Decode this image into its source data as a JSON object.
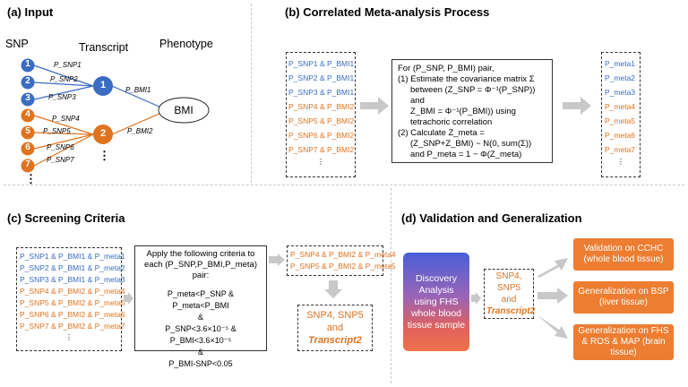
{
  "panel_a": {
    "title": "(a) Input",
    "col_snp": "SNP",
    "col_transcript": "Transcript",
    "col_phenotype": "Phenotype",
    "snp_nodes": [
      "1",
      "2",
      "3",
      "4",
      "5",
      "6",
      "7"
    ],
    "transcript_nodes": [
      "1",
      "2"
    ],
    "phenotype": "BMI",
    "edge_labels": [
      "P_SNP1",
      "P_SNP2",
      "P_SNP3",
      "P_SNP4",
      "P_SNP5",
      "P_SNP6",
      "P_SNP7"
    ],
    "bmi_edge_labels": [
      "P_BMI1",
      "P_BMI2"
    ],
    "ellipsis": "⋮",
    "colors": {
      "blue": "#3a6cc2",
      "orange": "#e0731f"
    }
  },
  "panel_b": {
    "title": "(b) Correlated Meta-analysis Process",
    "pairs": [
      {
        "text": "P_SNP1 & P_BMI1",
        "color": "blue"
      },
      {
        "text": "P_SNP2 & P_BMI1",
        "color": "blue"
      },
      {
        "text": "P_SNP3 & P_BMI1",
        "color": "blue"
      },
      {
        "text": "P_SNP4 & P_BMI2",
        "color": "orange"
      },
      {
        "text": "P_SNP5 & P_BMI2",
        "color": "orange"
      },
      {
        "text": "P_SNP6 & P_BMI2",
        "color": "orange"
      },
      {
        "text": "P_SNP7 & P_BMI2",
        "color": "orange"
      }
    ],
    "process": {
      "line0": "For (P_SNP, P_BMI) pair,",
      "step1": "(1)  Estimate the covariance matrix Σ",
      "step1b": "between (Z_SNP = Φ⁻¹(P_SNP)) and",
      "step1c": "Z_BMI = Φ⁻¹(P_BMI)) using",
      "step1d": "tetrachoric correlation",
      "step2": "(2)  Calculate Z_meta =",
      "step2b": "(Z_SNP+Z_BMI) ~ N(0, sum(Σ))",
      "step2c": "and P_meta = 1 − Φ(Z_meta)"
    },
    "meta": [
      {
        "text": "P_meta1",
        "color": "blue"
      },
      {
        "text": "P_meta2",
        "color": "blue"
      },
      {
        "text": "P_meta3",
        "color": "blue"
      },
      {
        "text": "P_meta4",
        "color": "orange"
      },
      {
        "text": "P_meta5",
        "color": "orange"
      },
      {
        "text": "P_meta6",
        "color": "orange"
      },
      {
        "text": "P_meta7",
        "color": "orange"
      }
    ]
  },
  "panel_c": {
    "title": "(c) Screening Criteria",
    "triples": [
      {
        "text": "P_SNP1 & P_BMI1 & P_meta1",
        "color": "blue"
      },
      {
        "text": "P_SNP2 & P_BMI1 & P_meta2",
        "color": "blue"
      },
      {
        "text": "P_SNP3 & P_BMI1 & P_meta3",
        "color": "blue"
      },
      {
        "text": "P_SNP4 & P_BMI2 & P_meta4",
        "color": "orange"
      },
      {
        "text": "P_SNP5 & P_BMI2 & P_meta5",
        "color": "orange"
      },
      {
        "text": "P_SNP6 & P_BMI2 & P_meta6",
        "color": "orange"
      },
      {
        "text": "P_SNP7 & P_BMI2 & P_meta7",
        "color": "orange"
      }
    ],
    "criteria_intro1": "Apply the following criteria to",
    "criteria_intro2": "each (P_SNP,P_BMI,P_meta) pair:",
    "criterion1": "P_meta<P_SNP & P_meta<P_BMI",
    "and": "&",
    "criterion2": "P_SNP<3.6×10⁻⁵ & P_BMI<3.6×10⁻⁵",
    "criterion3": "P_BMI-SNP<0.05",
    "passed": [
      "P_SNP4 & P_BMI2 & P_meta4",
      "P_SNP5 & P_BMI2 & P_meta5"
    ],
    "result_line1": "SNP4, SNP5",
    "result_line2": "and",
    "result_line3": "Transcript2"
  },
  "panel_d": {
    "title": "(d) Validation and Generalization",
    "discovery": "Discovery Analysis using FHS whole blood tissue sample",
    "middle_line1": "SNP4, SNP5",
    "middle_line2": "and",
    "middle_line3": "Transcript2",
    "outputs": [
      "Validation on CCHC (whole blood tissue)",
      "Generalization on BSP (liver tissue)",
      "Generalization on FHS & ROS & MAP (brain tissue)"
    ],
    "colors": {
      "box": "#ed7d31"
    }
  }
}
